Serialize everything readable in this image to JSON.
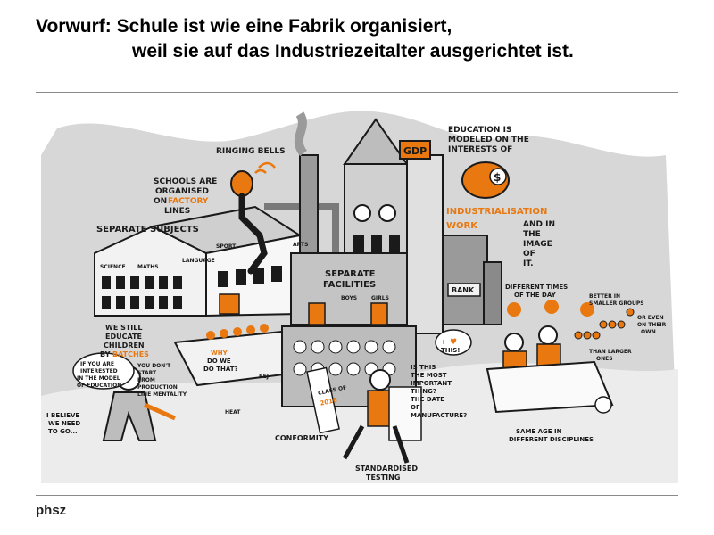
{
  "slide": {
    "title_line1": "Vorwurf: Schule ist wie eine Fabrik organisiert,",
    "title_line2": "weil sie auf das Industriezeitalter ausgerichtet ist.",
    "footer": "phsz"
  },
  "illustration": {
    "accent_color": "#e8780f",
    "ink_color": "#1a1a1a",
    "labels": {
      "ringing_bells": "RINGING BELLS",
      "schools_organised_1": "SCHOOLS ARE",
      "schools_organised_2": "ORGANISED",
      "schools_organised_3": "ON",
      "schools_organised_4": "FACTORY",
      "schools_organised_5": "LINES",
      "separate_subjects": "SEPARATE SUBJECTS",
      "science": "SCIENCE",
      "maths": "MATHS",
      "language": "LANGUAGE",
      "sport": "SPORT",
      "arts": "ARTS",
      "separate_facilities_1": "SEPARATE",
      "separate_facilities_2": "FACILITIES",
      "boys": "BOYS",
      "girls": "GIRLS",
      "gdp": "GDP",
      "bank": "BANK",
      "education_modeled_1": "EDUCATION IS",
      "education_modeled_2": "MODELED ON THE",
      "education_modeled_3": "INTERESTS OF",
      "industrialisation": "INDUSTRIALISATION",
      "work": "WORK",
      "and_in_the_1": "AND IN",
      "and_in_the_2": "THE",
      "and_in_the_3": "IMAGE",
      "and_in_the_4": "OF",
      "and_in_the_5": "IT.",
      "still_educate_1": "WE STILL",
      "still_educate_2": "EDUCATE",
      "still_educate_3": "CHILDREN",
      "still_educate_4": "BY",
      "batches": "BATCHES",
      "why_1": "WHY",
      "why_2": "DO WE",
      "why_3": "DO THAT?",
      "interested_1": "IF YOU ARE",
      "interested_2": "INTERESTED",
      "interested_3": "IN THE MODEL",
      "interested_4": "OF EDUCATION",
      "dont_start_1": "YOU DON'T",
      "dont_start_2": "START",
      "dont_start_3": "FROM",
      "dont_start_4": "PRODUCTION",
      "dont_start_5": "LINE MENTALITY",
      "believe_1": "I BELIEVE",
      "believe_2": "WE NEED",
      "believe_3": "TO GO...",
      "conformity": "CONFORMITY",
      "class_of": "CLASS OF",
      "year": "2016",
      "most_important_1": "IS THIS",
      "most_important_2": "THE MOST",
      "most_important_3": "IMPORTANT",
      "most_important_4": "THING?",
      "most_important_5": "THE DATE",
      "most_important_6": "OF",
      "most_important_7": "MANUFACTURE?",
      "standardised_1": "STANDARDISED",
      "standardised_2": "TESTING",
      "different_times_1": "DIFFERENT TIMES",
      "different_times_2": "OF THE DAY",
      "better_smaller_1": "BETTER IN",
      "better_smaller_2": "SMALLER GROUPS",
      "or_even_1": "OR EVEN",
      "or_even_2": "ON THEIR",
      "or_even_3": "OWN",
      "than_larger_1": "THAN LARGER",
      "than_larger_2": "ONES",
      "love_this_1": "I",
      "love_this_2": "THIS!",
      "same_age_1": "SAME AGE IN",
      "same_age_2": "DIFFERENT DISCIPLINES",
      "heat": "HEAT",
      "tag": "REJ"
    }
  }
}
